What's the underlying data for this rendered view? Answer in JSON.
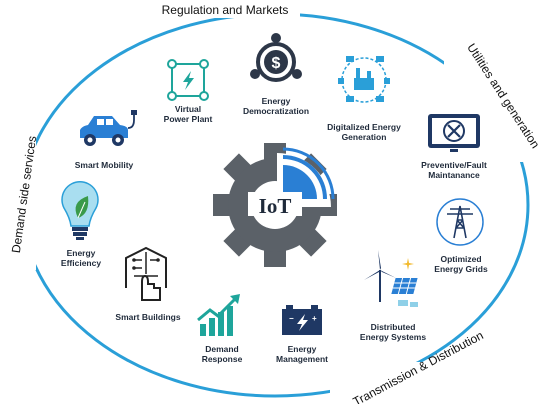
{
  "ring_labels": {
    "top": "Regulation and Markets",
    "right": "Utilities and generation",
    "left": "Demand side services",
    "bottom": "Transmission & Distribution"
  },
  "center_label": "IoT",
  "items": [
    {
      "label": "Virtual\nPower Plant",
      "icon": "virtual-power-plant-icon"
    },
    {
      "label": "Energy\nDemocratization",
      "icon": "energy-democratization-icon"
    },
    {
      "label": "Digitalized Energy\nGeneration",
      "icon": "digitalized-generation-icon"
    },
    {
      "label": "Preventive/Fault\nMaintanance",
      "icon": "maintenance-tablet-icon"
    },
    {
      "label": "Optimized\nEnergy Grids",
      "icon": "transmission-tower-icon"
    },
    {
      "label": "Distributed\nEnergy Systems",
      "icon": "wind-solar-icon"
    },
    {
      "label": "Energy\nManagement",
      "icon": "battery-icon"
    },
    {
      "label": "Demand\nResponse",
      "icon": "bar-chart-arrow-icon"
    },
    {
      "label": "Smart Buildings",
      "icon": "smart-building-icon"
    },
    {
      "label": "Energy\nEfficiency",
      "icon": "light-bulb-leaf-icon"
    },
    {
      "label": "Smart Mobility",
      "icon": "electric-car-icon"
    }
  ],
  "colors": {
    "ring": "#2a9fd8",
    "gear": "#5b6168",
    "accent": "#2a7fd4",
    "teal": "#1ea59b",
    "navy": "#1f3864",
    "text": "#1f2a3a"
  }
}
